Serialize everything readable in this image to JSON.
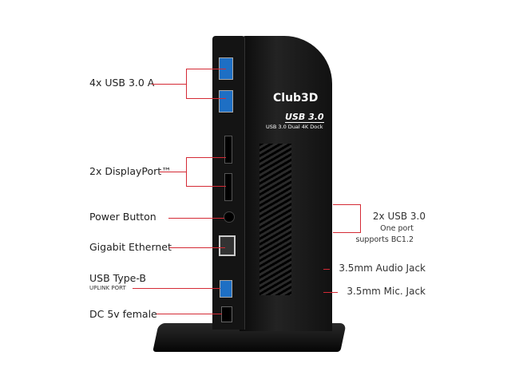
{
  "device": {
    "logo": "Club3D",
    "model_title": "USB 3.0",
    "model_subtitle": "USB 3.0 Dual 4K Dock"
  },
  "callouts": {
    "usb_a": "4x USB 3.0 A",
    "displayport": "2x DisplayPort™",
    "power": "Power Button",
    "ethernet": "Gigabit Ethernet",
    "usb_b": "USB Type-B",
    "usb_b_sub": "UPLINK PORT",
    "dc": "DC 5v female",
    "front_usb": "2x USB 3.0",
    "front_usb_sub1": "One port",
    "front_usb_sub2": "supports BC1.2",
    "audio": "3.5mm Audio Jack",
    "mic": "3.5mm Mic. Jack"
  },
  "colors": {
    "callout_line": "#d42a35",
    "usb_port": "#1e6fc4"
  }
}
